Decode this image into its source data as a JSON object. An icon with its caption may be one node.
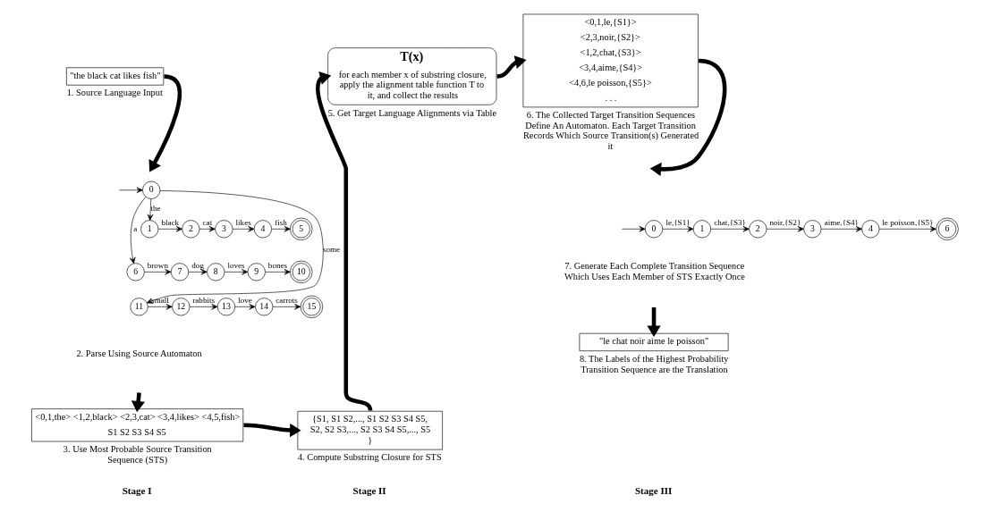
{
  "diagram": {
    "nodes": [
      {
        "text": [
          "\"the black cat likes fish\""
        ],
        "beside": [
          "1. Source Language Input"
        ]
      },
      {
        "text": [
          "0"
        ]
      },
      {
        "text": [
          "1"
        ]
      },
      {
        "text": [
          "2"
        ]
      },
      {
        "text": [
          "3"
        ]
      },
      {
        "text": [
          "4"
        ]
      },
      {
        "text": [
          "5"
        ]
      },
      {
        "text": [
          "6"
        ]
      },
      {
        "text": [
          "7"
        ]
      },
      {
        "text": [
          "8"
        ]
      },
      {
        "text": [
          "9"
        ]
      },
      {
        "text": [
          "10"
        ]
      },
      {
        "text": [
          "11"
        ]
      },
      {
        "text": [
          "12"
        ]
      },
      {
        "text": [
          "13"
        ]
      },
      {
        "text": [
          "14"
        ]
      },
      {
        "text": [
          "15"
        ]
      },
      {
        "text": [
          "<0,1,the> <1,2,black> <2,3,cat> <3,4,likes> <4,5,fish>",
          "S1 S2 S3 S4 S5"
        ],
        "beside": [
          "3. Use Most Probable Source Transition Sequence (STS)"
        ]
      },
      {
        "text": [
          "{S1, S1 S2,..., S1 S2 S3 S4 S5, S2, S2 S3,..., S2 S3 S4 S5,..., S5 }"
        ],
        "beside": [
          "4. Compute Substring Closure for STS"
        ]
      },
      {
        "text": [
          "T(x)",
          "for each member x of substring closure, apply the alignment table function T to it, and collect the results"
        ],
        "beside": [
          "5. Get Target Language Alignments via Table"
        ]
      },
      {
        "text": [
          "<0,1,le,{S1}>",
          "<2,3,noir,{S2}>",
          "<1,2,chat,{S3}>",
          "<3,4,aime,{S4}>",
          "<4,6,le poisson,{S5}>",
          ". . ."
        ],
        "beside": [
          "6. The Collected Target Transition Sequences Define An Automaton. Each Target Transition Records Which Source Transition(s) Generated it"
        ]
      },
      {
        "text": [
          "0"
        ]
      },
      {
        "text": [
          "1"
        ]
      },
      {
        "text": [
          "2"
        ]
      },
      {
        "text": [
          "3"
        ]
      },
      {
        "text": [
          "4"
        ]
      },
      {
        "text": [
          "6"
        ]
      },
      {
        "text": [
          "\"le chat noir aime le poisson\""
        ],
        "beside": [
          "8. The Labels of the Highest Probability Transition Sequence are the Translation"
        ]
      }
    ],
    "edges": [
      {
        "from": 0,
        "to": null,
        "arrow": "to",
        "style": "thick"
      },
      {
        "from": null,
        "to": 1,
        "arrow": "to"
      },
      {
        "from": 1,
        "to": 2,
        "arrow": "to",
        "label": "the"
      },
      {
        "from": 2,
        "to": 3,
        "arrow": "to",
        "label": "black"
      },
      {
        "from": 3,
        "to": 4,
        "arrow": "to",
        "label": "cat"
      },
      {
        "from": 4,
        "to": 5,
        "arrow": "to",
        "label": "likes"
      },
      {
        "from": 5,
        "to": 6,
        "arrow": "to",
        "label": "fish"
      },
      {
        "from": 1,
        "to": 7,
        "arrow": "to",
        "label": "a"
      },
      {
        "from": 7,
        "to": 8,
        "arrow": "to",
        "label": "brown"
      },
      {
        "from": 8,
        "to": 9,
        "arrow": "to",
        "label": "dog"
      },
      {
        "from": 9,
        "to": 10,
        "arrow": "to",
        "label": "loves"
      },
      {
        "from": 10,
        "to": 11,
        "arrow": "to",
        "label": "bones"
      },
      {
        "from": 1,
        "to": 12,
        "arrow": "to",
        "label": "some"
      },
      {
        "from": 12,
        "to": 13,
        "arrow": "to",
        "label": "small"
      },
      {
        "from": 13,
        "to": 14,
        "arrow": "to",
        "label": "rabbits"
      },
      {
        "from": 14,
        "to": 15,
        "arrow": "to",
        "label": "love"
      },
      {
        "from": 15,
        "to": 16,
        "arrow": "to",
        "label": "carrots"
      },
      {
        "from": null,
        "to": 17,
        "arrow": "to",
        "style": "thick"
      },
      {
        "from": 17,
        "to": 18,
        "arrow": "to",
        "style": "thick"
      },
      {
        "from": 18,
        "to": 19,
        "arrow": "to",
        "style": "thick"
      },
      {
        "from": 19,
        "to": 20,
        "arrow": "to",
        "style": "thick"
      },
      {
        "from": 20,
        "to": null,
        "arrow": "to",
        "style": "thick"
      },
      {
        "from": null,
        "to": 21,
        "arrow": "to"
      },
      {
        "from": 21,
        "to": 22,
        "arrow": "to",
        "label": "le,{S1}"
      },
      {
        "from": 22,
        "to": 23,
        "arrow": "to",
        "label": "chat,{S3}"
      },
      {
        "from": 23,
        "to": 24,
        "arrow": "to",
        "label": "noir,{S2}"
      },
      {
        "from": 24,
        "to": 25,
        "arrow": "to",
        "label": "aime,{S4}"
      },
      {
        "from": 25,
        "to": 26,
        "arrow": "to",
        "label": "le poisson,{S5}"
      },
      {
        "from": null,
        "to": 27,
        "arrow": "to",
        "style": "thick"
      }
    ],
    "labels": [
      "2. Parse Using Source Automaton",
      "7. Generate Each Complete Transition Sequence Which Uses Each Member of STS Exactly Once",
      "Stage I",
      "Stage II",
      "Stage III"
    ]
  }
}
